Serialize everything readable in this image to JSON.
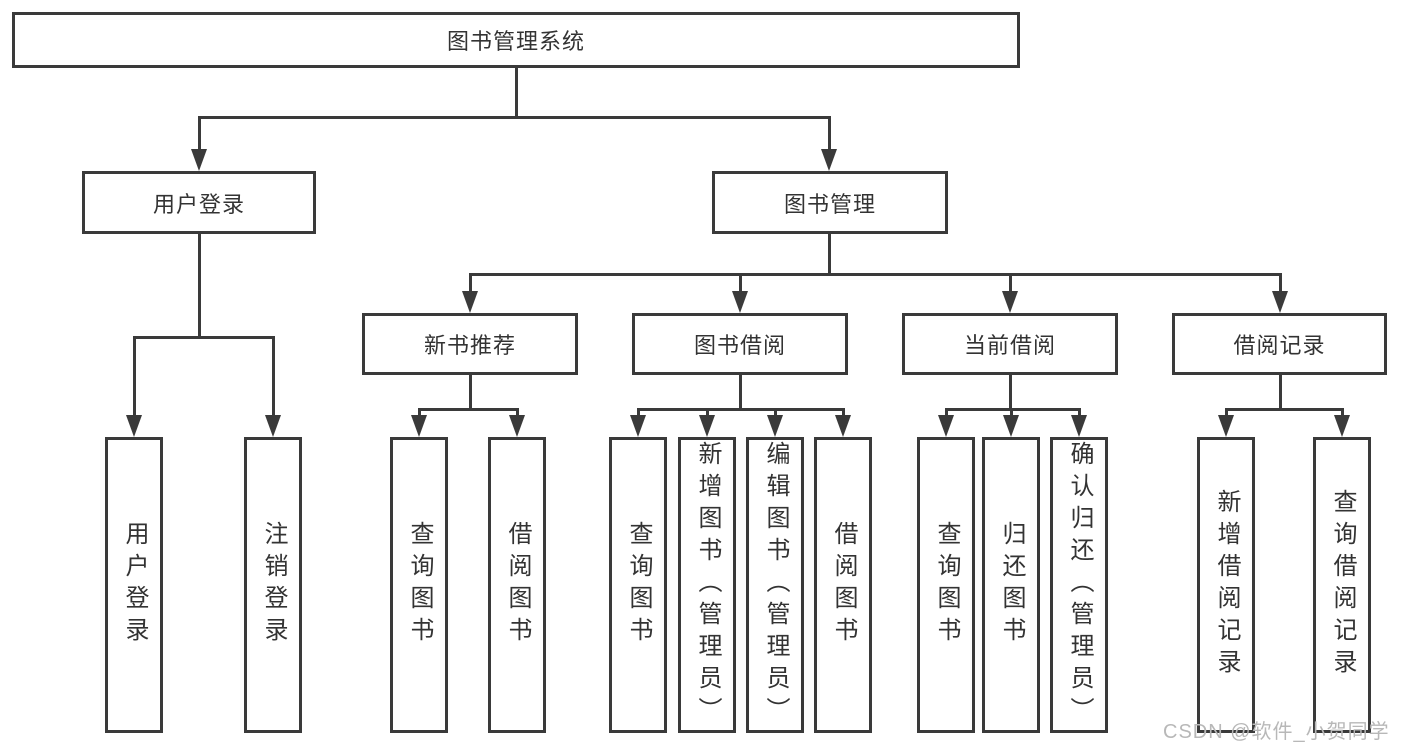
{
  "colors": {
    "line": "#3a3a3a",
    "text": "#333333",
    "background": "#ffffff",
    "watermark": "#b8b8b8"
  },
  "watermark": "CSDN @软件_小贺同学",
  "tree": {
    "root": {
      "label": "图书管理系统"
    },
    "children": [
      {
        "label": "用户登录",
        "leaves": [
          {
            "label": "用户登录"
          },
          {
            "label": "注销登录"
          }
        ]
      },
      {
        "label": "图书管理",
        "children": [
          {
            "label": "新书推荐",
            "leaves": [
              {
                "label": "查询图书"
              },
              {
                "label": "借阅图书"
              }
            ]
          },
          {
            "label": "图书借阅",
            "leaves": [
              {
                "label": "查询图书"
              },
              {
                "label": "新增图书（管理员）"
              },
              {
                "label": "编辑图书（管理员）"
              },
              {
                "label": "借阅图书"
              }
            ]
          },
          {
            "label": "当前借阅",
            "leaves": [
              {
                "label": "查询图书"
              },
              {
                "label": "归还图书"
              },
              {
                "label": "确认归还（管理员）"
              }
            ]
          },
          {
            "label": "借阅记录",
            "leaves": [
              {
                "label": "新增借阅记录"
              },
              {
                "label": "查询借阅记录"
              }
            ]
          }
        ]
      }
    ]
  }
}
